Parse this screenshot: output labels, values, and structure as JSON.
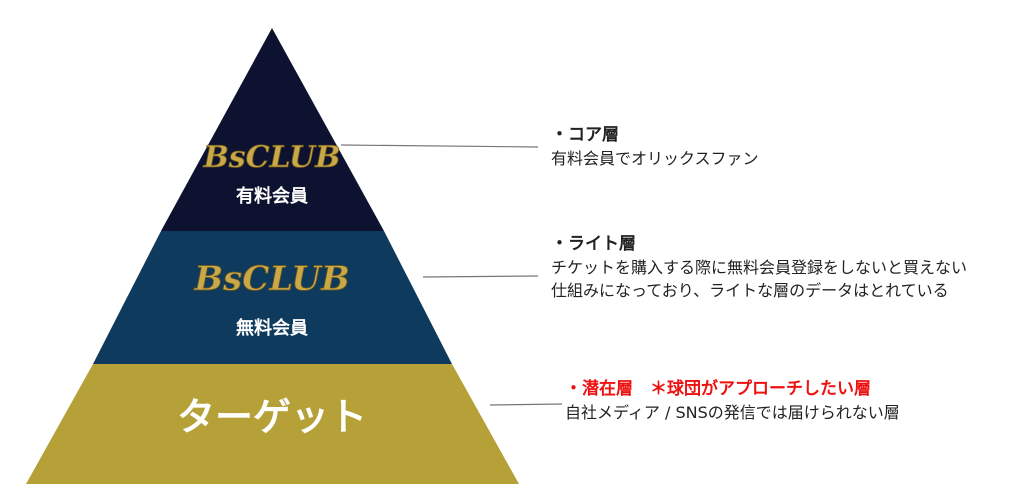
{
  "pyramid": {
    "tiers": [
      {
        "id": "core",
        "logo": "BsCLUB",
        "label": "有料会員",
        "color": "#0d1230"
      },
      {
        "id": "light",
        "logo": "BsCLUB",
        "label": "無料会員",
        "color": "#0e3a5e"
      },
      {
        "id": "target",
        "label": "ターゲット",
        "color": "#b5a137"
      }
    ]
  },
  "notes": {
    "core": {
      "head": "・コア層",
      "body": "有料会員でオリックスファン"
    },
    "light": {
      "head": "・ライト層",
      "body": "チケットを購入する際に無料会員登録をしないと買えない仕組みになっており、ライトな層のデータはとれている"
    },
    "target": {
      "head": "・潜在層　＊球団がアプローチしたい層",
      "body": "自社メディア / SNSの発信では届けられない層",
      "head_color": "#ee1111"
    }
  },
  "colors": {
    "logo_gold": "#c9a84a",
    "connector": "#777777"
  }
}
